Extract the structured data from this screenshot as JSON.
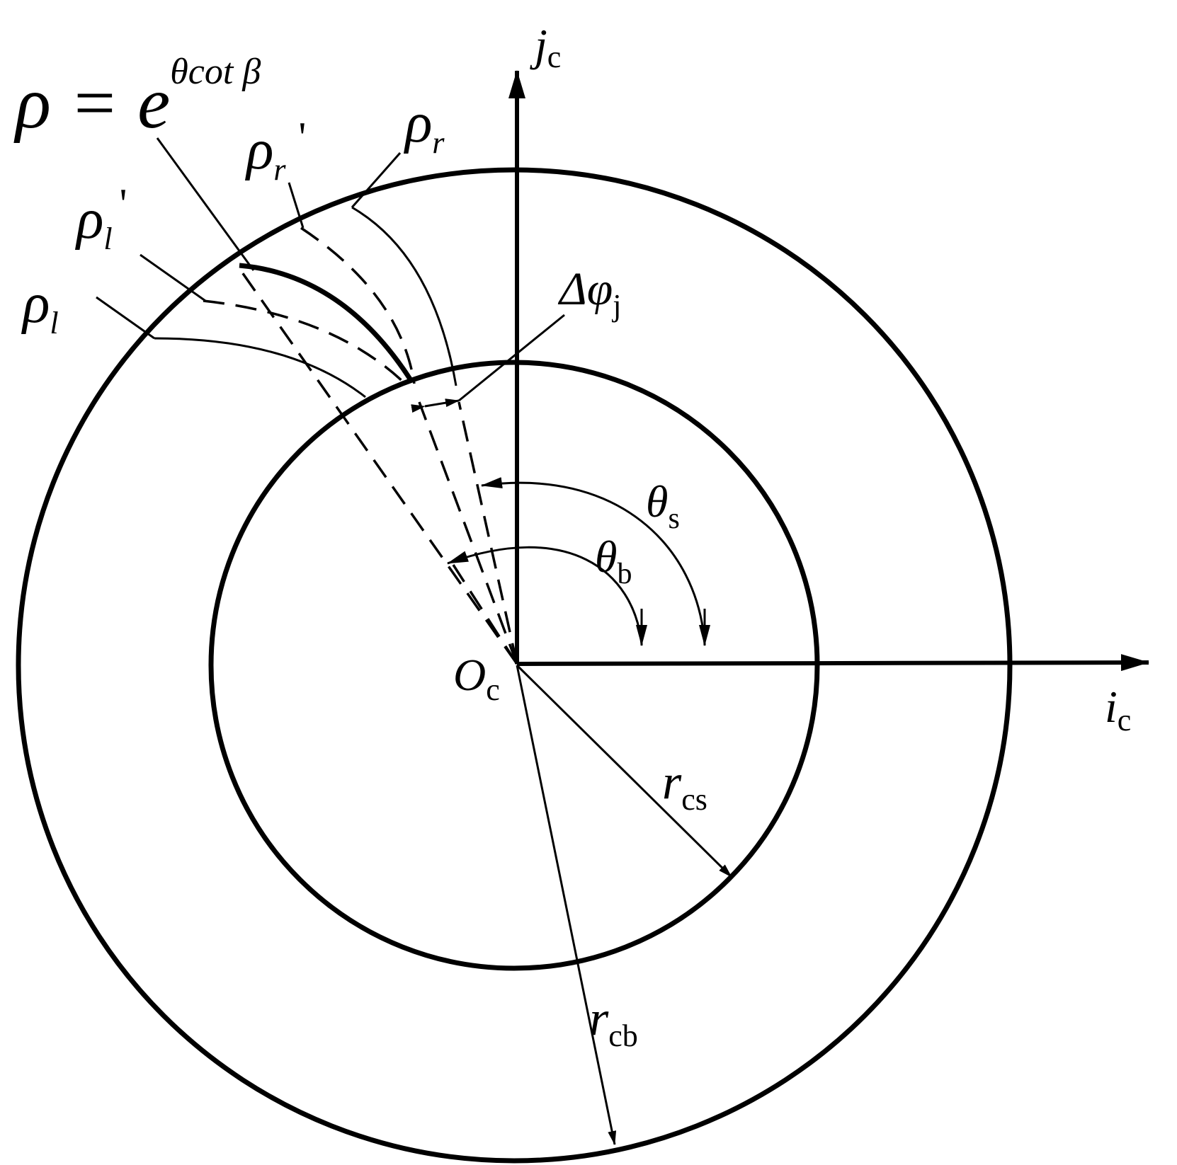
{
  "labels": {
    "axis_j": {
      "main": "j",
      "sub": "c"
    },
    "axis_i": {
      "main": "i",
      "sub": "c"
    },
    "origin": {
      "main": "O",
      "sub": "c"
    },
    "formula": {
      "lhs": "ρ = e",
      "exp": "θcot β"
    },
    "rho_r_prime": {
      "main": "ρ",
      "sub": "r",
      "prime": "'"
    },
    "rho_r": {
      "main": "ρ",
      "sub": "r"
    },
    "rho_l_prime": {
      "main": "ρ",
      "sub": "l",
      "prime": "'"
    },
    "rho_l": {
      "main": "ρ",
      "sub": "l"
    },
    "delta_phi": {
      "main": "Δφ",
      "sub": "j"
    },
    "theta_s": {
      "main": "θ",
      "sub": "s"
    },
    "theta_b": {
      "main": "θ",
      "sub": "b"
    },
    "r_cs": {
      "main": "r",
      "sub": "cs"
    },
    "r_cb": {
      "main": "r",
      "sub": "cb"
    }
  },
  "colors": {
    "ink": "#000000",
    "background": "#ffffff"
  }
}
